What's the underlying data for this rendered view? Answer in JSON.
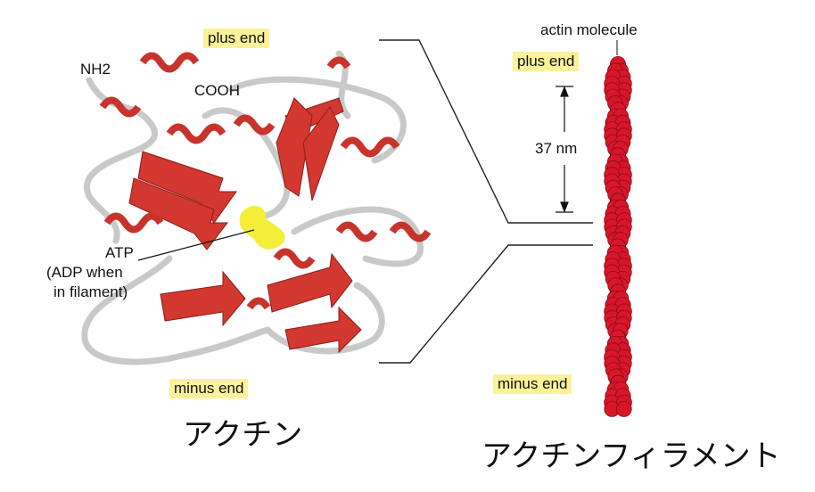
{
  "actin": {
    "plus_end": "plus end",
    "minus_end": "minus end",
    "nh2": "NH2",
    "cooh": "COOH",
    "atp": "ATP",
    "atp_note_1": "(ADP when",
    "atp_note_2": "in filament)",
    "caption": "アクチン"
  },
  "filament": {
    "molecule_label": "actin molecule",
    "plus_end": "plus end",
    "minus_end": "minus end",
    "repeat_length": "37 nm",
    "caption": "アクチンフィラメント"
  },
  "colors": {
    "highlight": "#fbf29a",
    "ribbon": "#d2382f",
    "filament": "#d8162a",
    "atp": "#f2ee3a"
  }
}
